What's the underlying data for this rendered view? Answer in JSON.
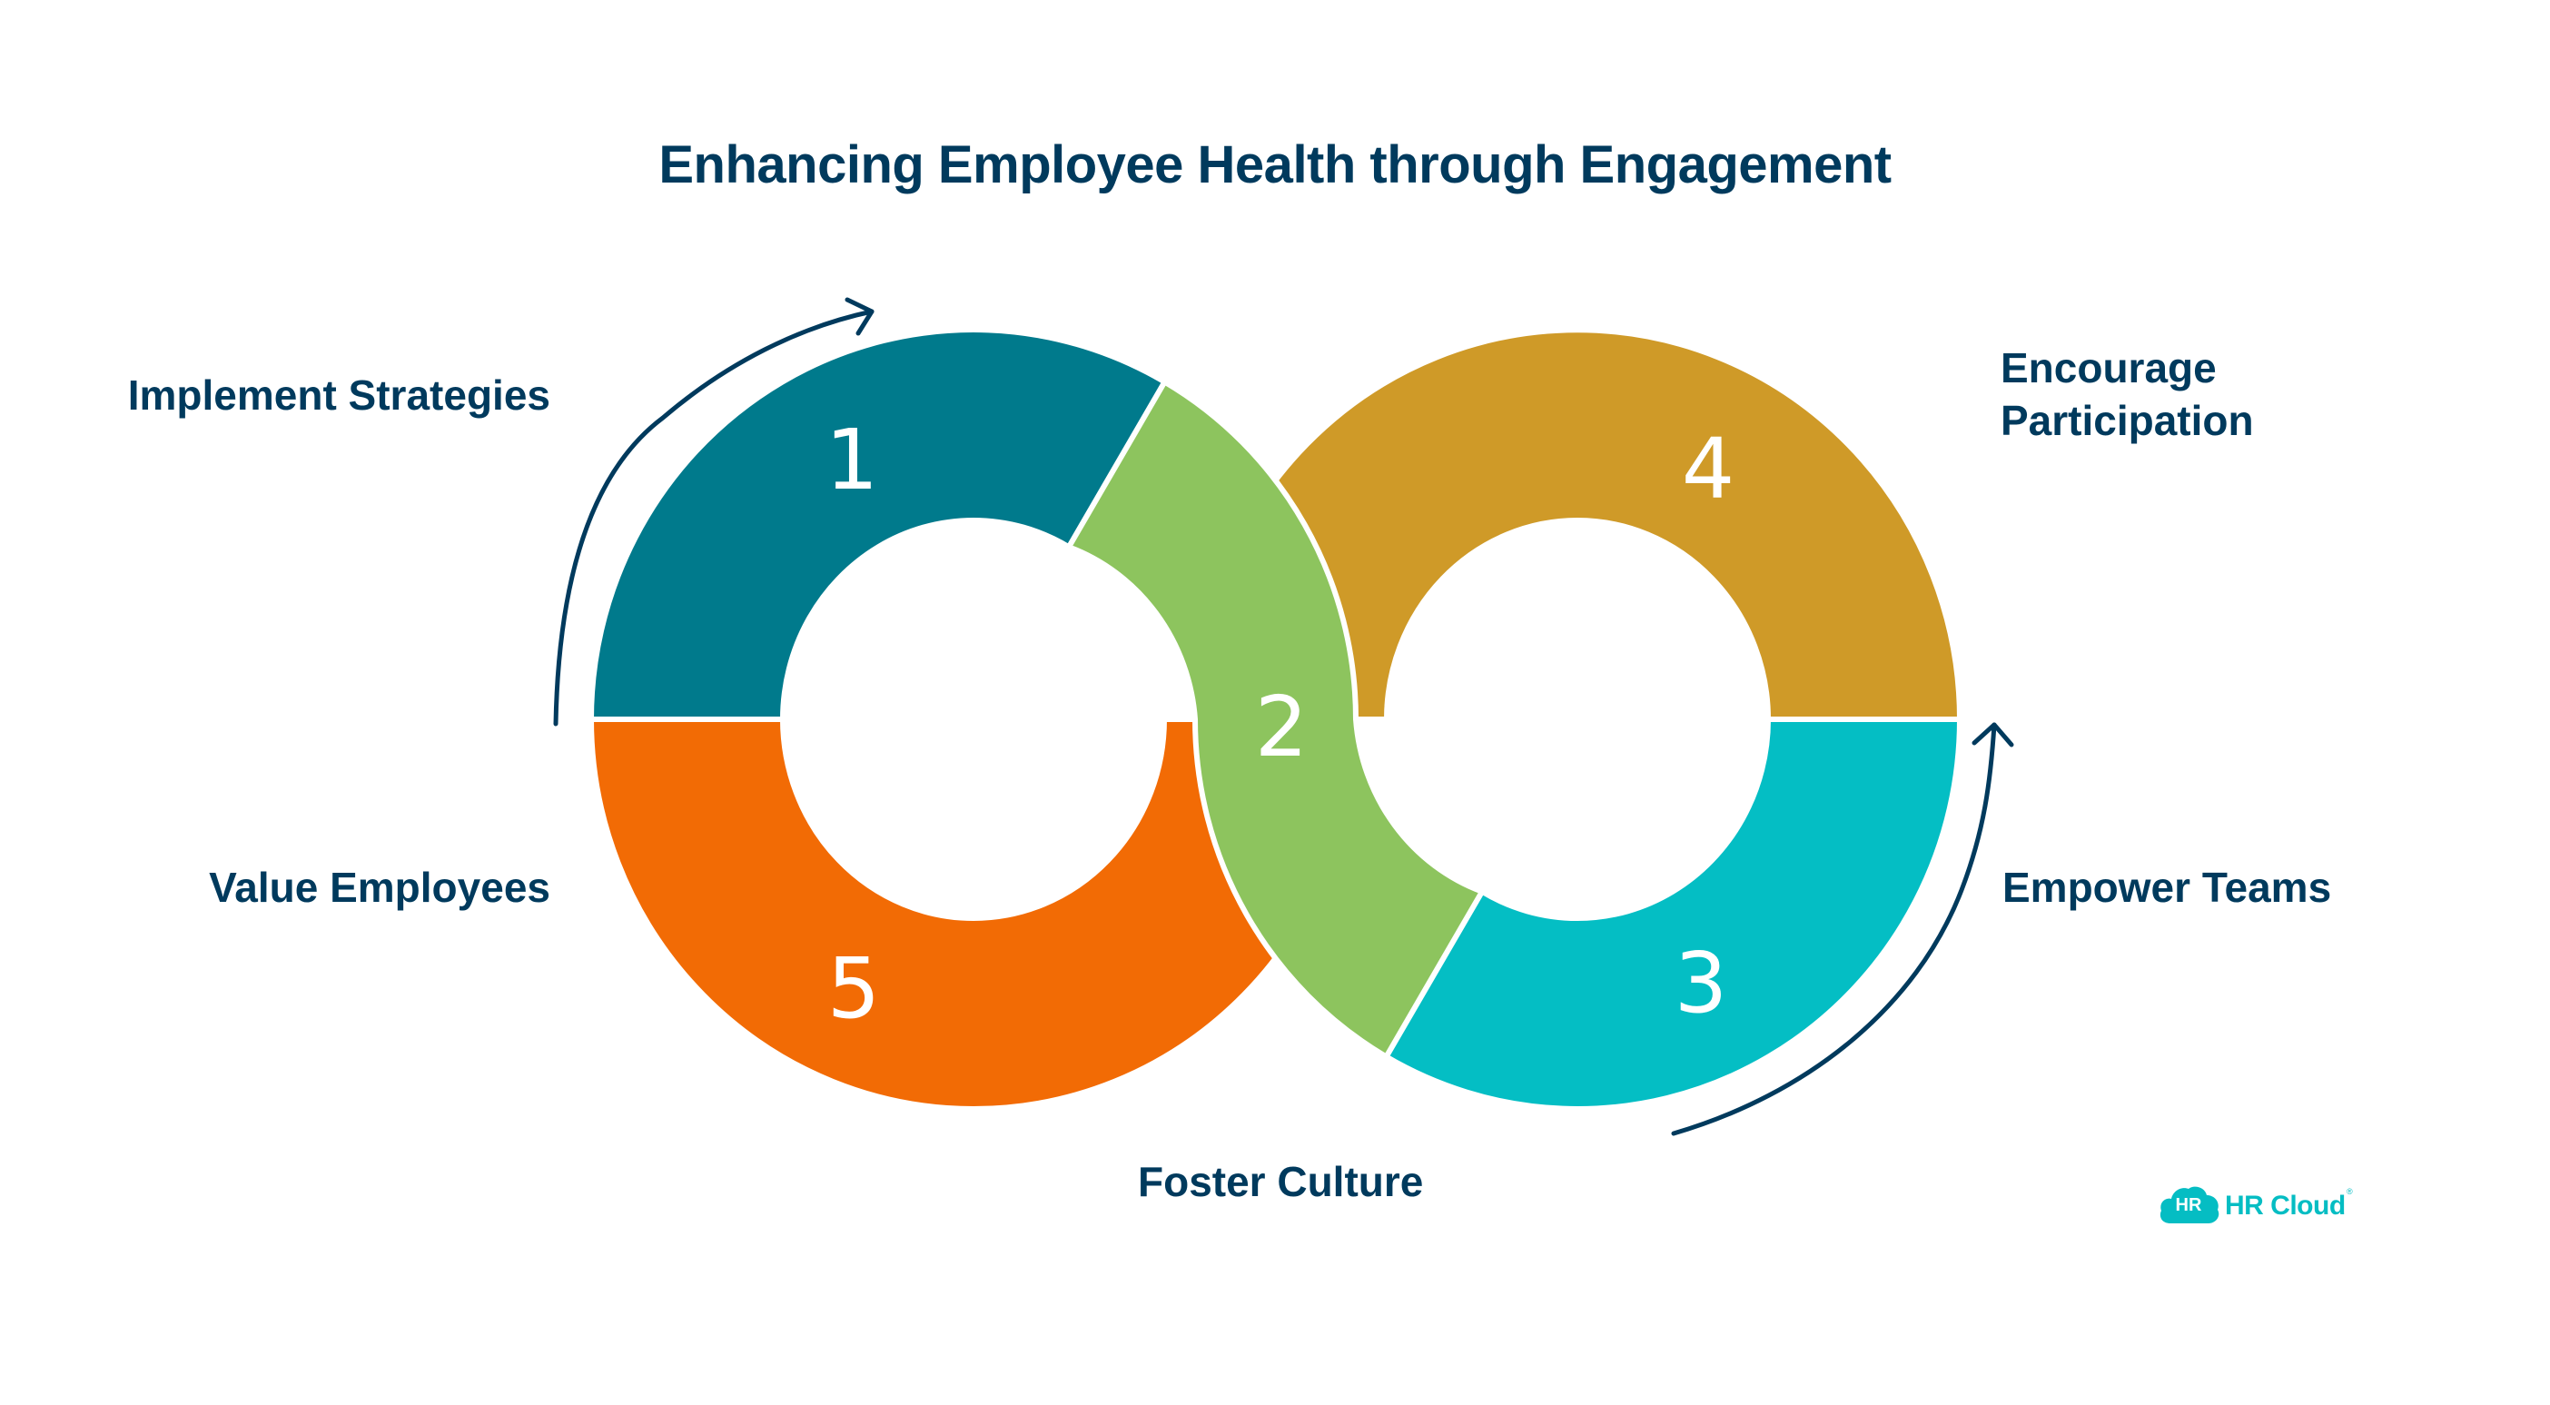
{
  "title": "Enhancing Employee Health through Engagement",
  "colors": {
    "text": "#003A5D",
    "step1": "#007A8C",
    "step2": "#8DC45E",
    "step3": "#04BEC4",
    "step4": "#CF9A28",
    "step5": "#F26B05",
    "logo": "#05BDC3"
  },
  "steps": [
    {
      "number": "1",
      "label": "Implement Strategies",
      "color": "#007A8C"
    },
    {
      "number": "2",
      "label": "Foster Culture",
      "color": "#8DC45E"
    },
    {
      "number": "3",
      "label": "Empower Teams",
      "color": "#04BEC4"
    },
    {
      "number": "4",
      "label_line1": "Encourage",
      "label_line2": "Participation",
      "label": "Encourage Participation",
      "color": "#CF9A28"
    },
    {
      "number": "5",
      "label": "Value Employees",
      "color": "#F26B05"
    }
  ],
  "icons": {
    "arrow_top_left": "curved-arrow-icon",
    "arrow_bottom_right": "curved-arrow-icon",
    "logo": "cloud-icon"
  },
  "logo": {
    "badge": "HR",
    "name": "HR Cloud",
    "mark": "®"
  }
}
